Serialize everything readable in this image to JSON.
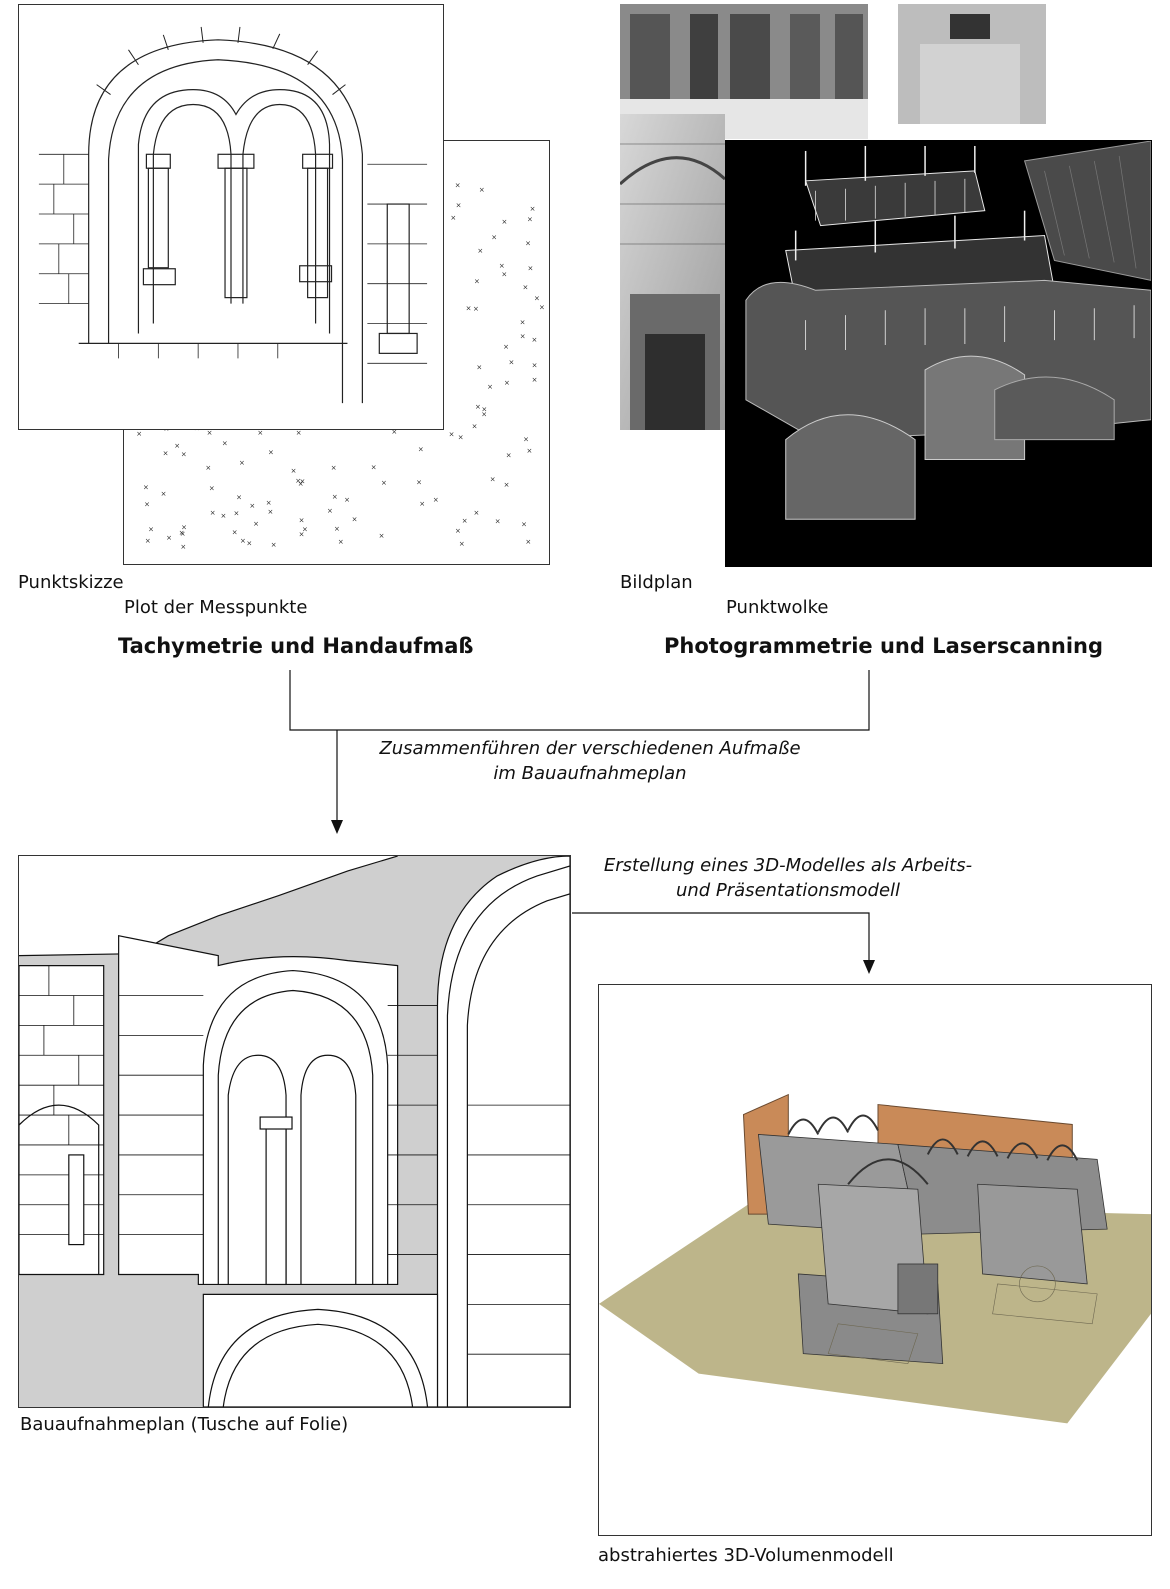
{
  "left_column": {
    "sketch_caption": "Punktskizze",
    "plot_caption": "Plot der Messpunkte",
    "heading": "Tachymetrie und Handaufmaß"
  },
  "right_column": {
    "photo_caption": "Bildplan",
    "cloud_caption": "Punktwolke",
    "heading": "Photogrammetrie und Laserscanning"
  },
  "merge_note": {
    "line1": "Zusammenführen der verschiedenen Aufmaße",
    "line2": "im Bauaufnahmeplan"
  },
  "model_note": {
    "line1": "Erstellung eines 3D-Modelles als Arbeits-",
    "line2": "und Präsentationsmodell"
  },
  "plan_caption": "Bauaufnahmeplan (Tusche auf Folie)",
  "model_caption": "abstrahiertes 3D-Volumenmodell",
  "colors": {
    "wall_fill": "#cfcfcf",
    "ground_plane": "#bdb58a",
    "facade_panel": "#c98a58",
    "point_cloud_bg": "#000000"
  }
}
